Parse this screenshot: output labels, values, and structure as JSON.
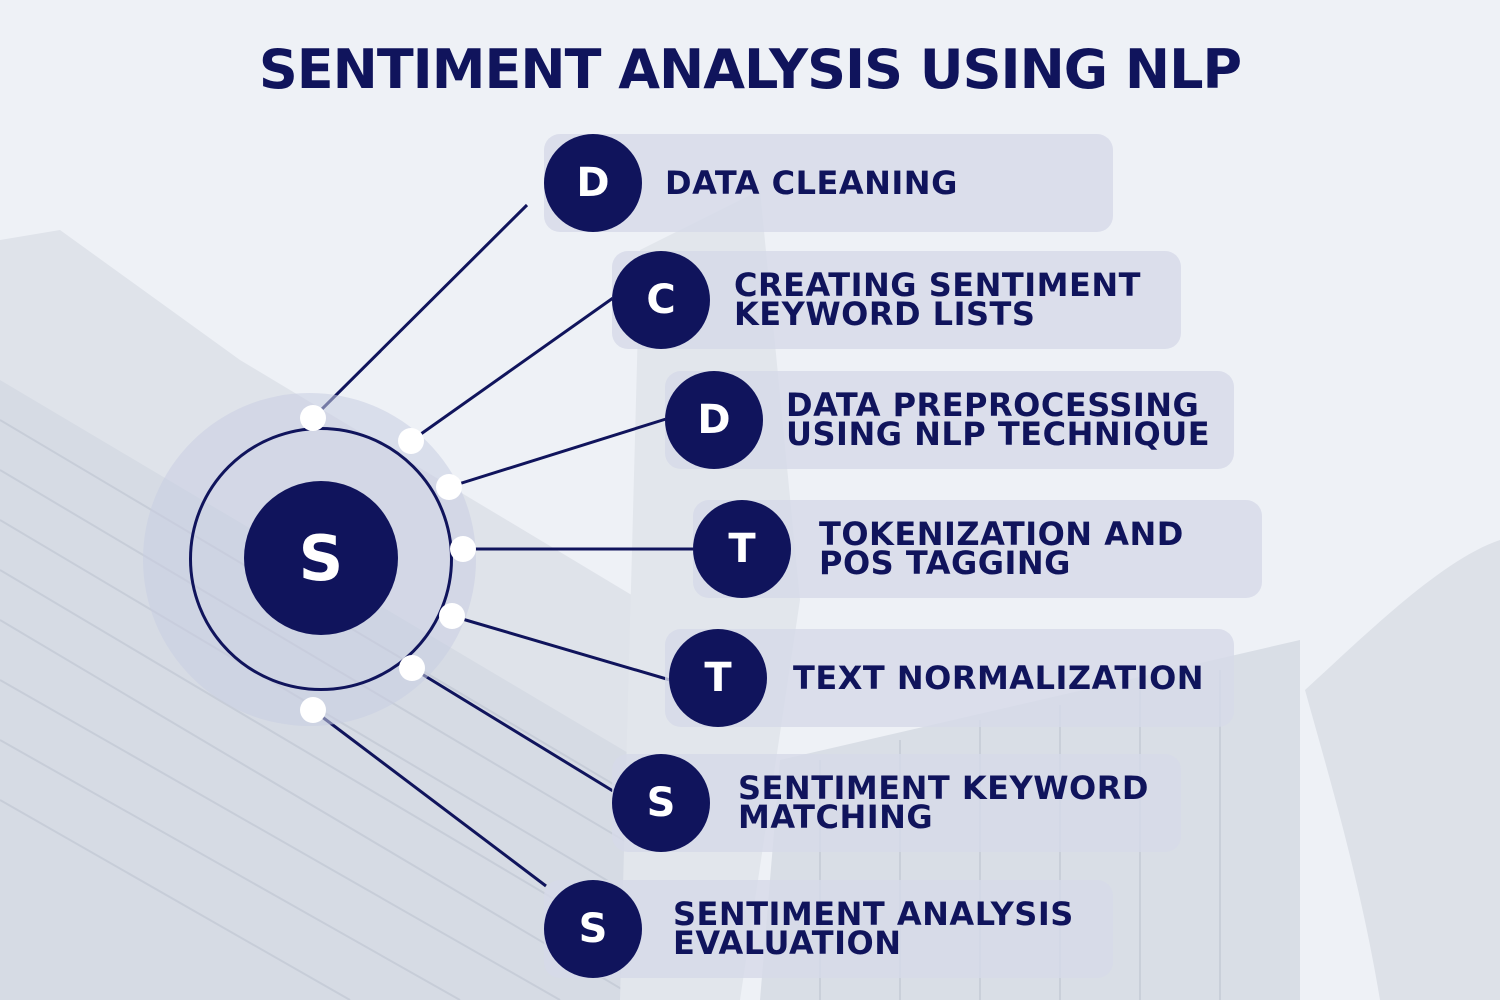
{
  "title": "SENTIMENT ANALYSIS USING NLP",
  "hub": {
    "letter": "S"
  },
  "steps": [
    {
      "letter": "D",
      "label": "DATA CLEANING"
    },
    {
      "letter": "C",
      "label": "CREATING SENTIMENT\nKEYWORD LISTS"
    },
    {
      "letter": "D",
      "label": "DATA PREPROCESSING\nUSING NLP TECHNIQUE"
    },
    {
      "letter": "T",
      "label": "TOKENIZATION AND\nPOS TAGGING"
    },
    {
      "letter": "T",
      "label": "TEXT NORMALIZATION"
    },
    {
      "letter": "S",
      "label": "SENTIMENT KEYWORD\nMATCHING"
    },
    {
      "letter": "S",
      "label": "SENTIMENT ANALYSIS\nEVALUATION"
    }
  ],
  "colors": {
    "navy": "#10145c",
    "card": "#d6dae9",
    "background": "#eef1f6"
  }
}
